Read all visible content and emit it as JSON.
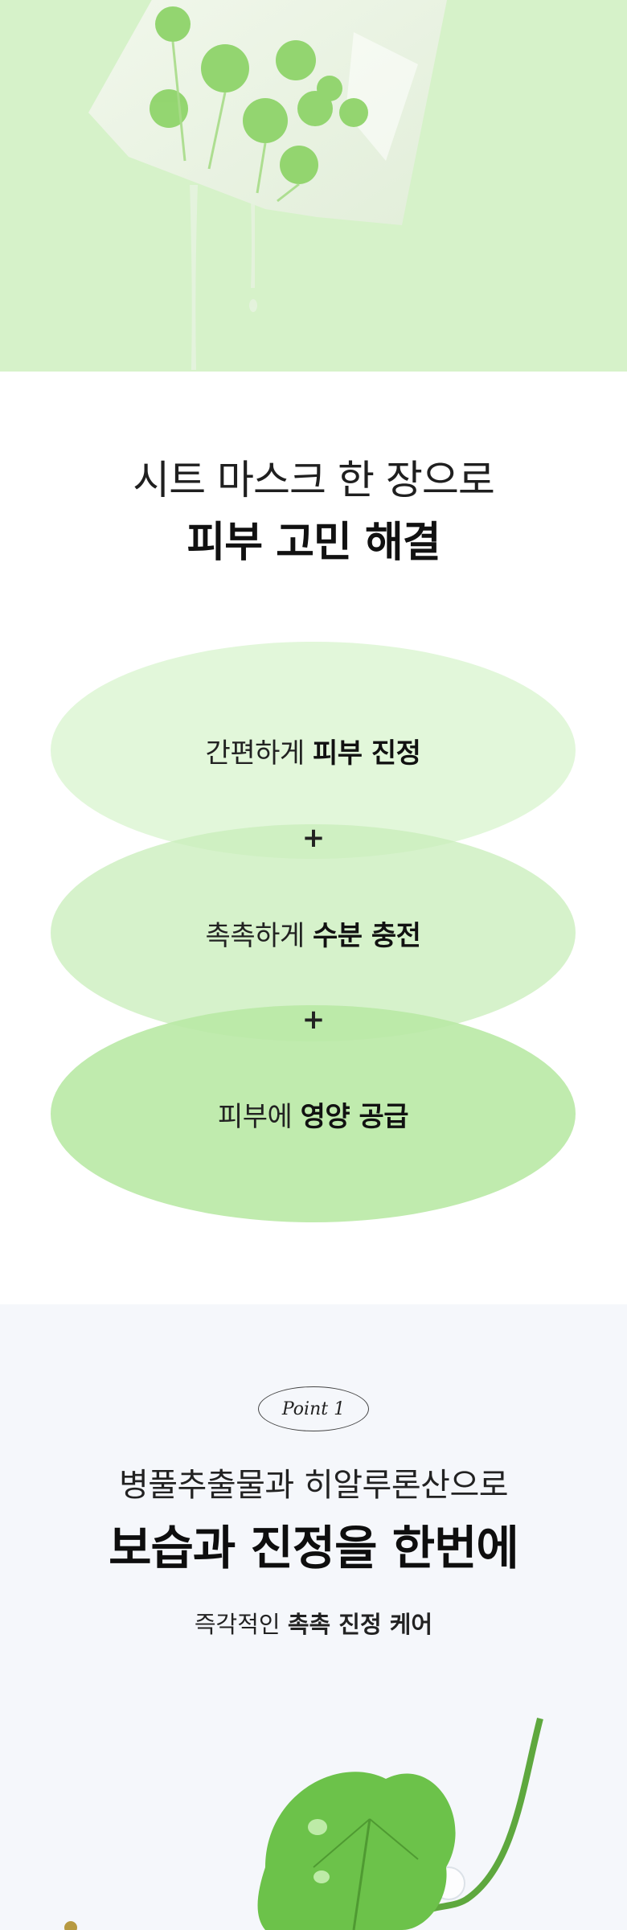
{
  "headline": {
    "line1": "시트 마스크 한 장으로",
    "line2": "피부 고민 해결"
  },
  "benefits": [
    {
      "prefix": "간편하게 ",
      "bold": "피부 진정"
    },
    {
      "prefix": "촉촉하게 ",
      "bold": "수분 충전"
    },
    {
      "prefix": "피부에 ",
      "bold": "영양 공급"
    }
  ],
  "plus_symbol": "+",
  "point": {
    "badge": "Point 1",
    "subtitle": "병풀추출물과 히알루론산으로",
    "title": "보습과 진정을 한번에",
    "desc_prefix": "즉각적인 ",
    "desc_bold": "촉촉 진정 케어"
  },
  "colors": {
    "hero_bg": "#d6f2c9",
    "ellipse_light": "#dcf5d2",
    "ellipse_mid": "#c8eeb9",
    "ellipse_dark": "#b9e9a5",
    "point_bg": "#f5f7fb",
    "leaf": "#6cc24a"
  }
}
